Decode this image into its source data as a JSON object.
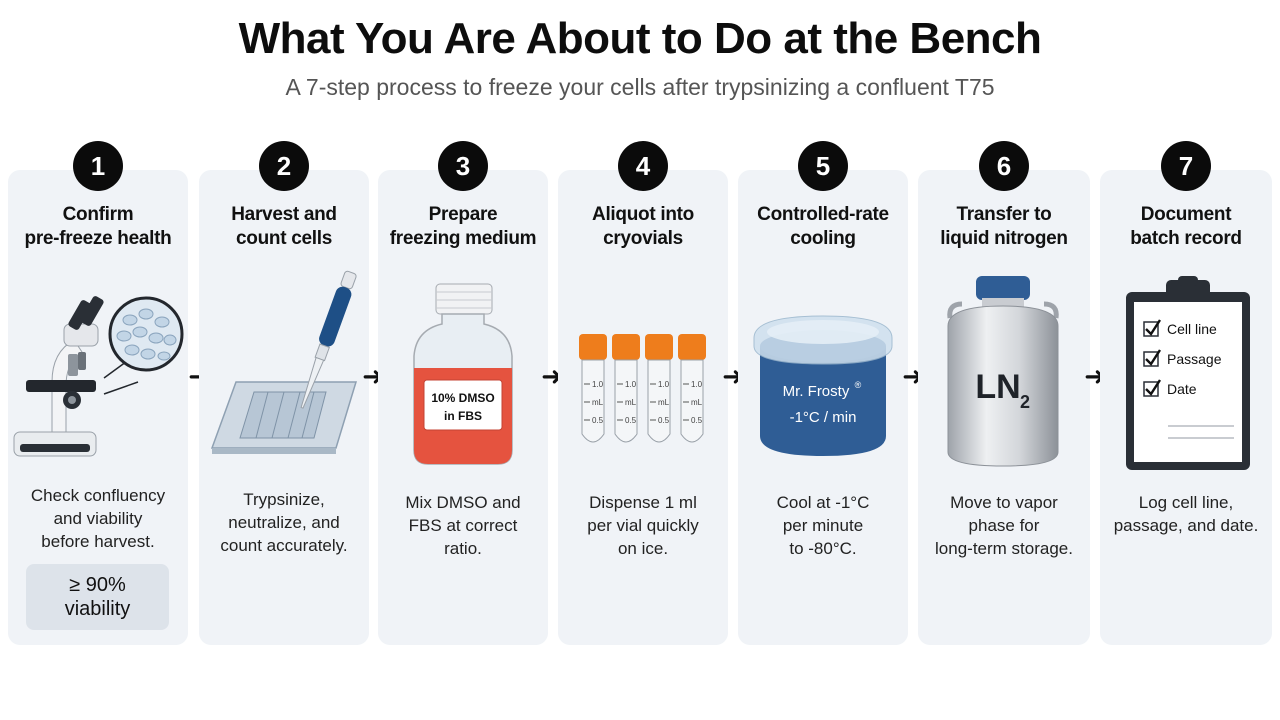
{
  "header": {
    "title": "What You Are About to Do at the Bench",
    "subtitle": "A 7-step process to freeze your cells after trypsinizing a confluent T75"
  },
  "steps": [
    {
      "number": "1",
      "title_line1": "Confirm",
      "title_line2": "pre-freeze health",
      "desc_line1": "Check confluency",
      "desc_line2": "and viability",
      "desc_line3": "before harvest.",
      "callout_line1": "≥ 90%",
      "callout_line2": "viability"
    },
    {
      "number": "2",
      "title_line1": "Harvest and",
      "title_line2": "count cells",
      "desc_line1": "Trypsinize,",
      "desc_line2": "neutralize, and",
      "desc_line3": "count accurately."
    },
    {
      "number": "3",
      "title_line1": "Prepare",
      "title_line2": "freezing medium",
      "desc_line1": "Mix DMSO and",
      "desc_line2": "FBS at correct",
      "desc_line3": "ratio.",
      "label_line1": "10% DMSO",
      "label_line2": "in FBS"
    },
    {
      "number": "4",
      "title_line1": "Aliquot into",
      "title_line2": "cryovials",
      "desc_line1": "Dispense 1 ml",
      "desc_line2": "per vial quickly",
      "desc_line3": "on ice.",
      "vial_mark_top": "1.0",
      "vial_mark_mid": "mL",
      "vial_mark_bot": "0.5"
    },
    {
      "number": "5",
      "title_line1": "Controlled-rate",
      "title_line2": "cooling",
      "desc_line1": "Cool at -1°C",
      "desc_line2": "per minute",
      "desc_line3": "to -80°C.",
      "device_name": "Mr. Frosty",
      "device_mark": "®",
      "device_rate": "-1°C / min"
    },
    {
      "number": "6",
      "title_line1": "Transfer to",
      "title_line2": "liquid nitrogen",
      "desc_line1": "Move to vapor",
      "desc_line2": "phase for",
      "desc_line3": "long-term storage.",
      "tank_label": "LN",
      "tank_sub": "2"
    },
    {
      "number": "7",
      "title_line1": "Document",
      "title_line2": "batch record",
      "desc_line1": "Log cell line,",
      "desc_line2": "passage, and date.",
      "checklist": [
        "Cell line",
        "Passage",
        "Date"
      ]
    }
  ],
  "arrow_glyph": "➜",
  "colors": {
    "card_bg": "#f0f3f7",
    "badge": "#0b0b0b",
    "cap_orange": "#ee7d1c",
    "medium_red": "#e5533f",
    "frosty_blue": "#2f5d95",
    "pipette_blue": "#1e4f86",
    "tank_silver": "#c9ccd1"
  }
}
